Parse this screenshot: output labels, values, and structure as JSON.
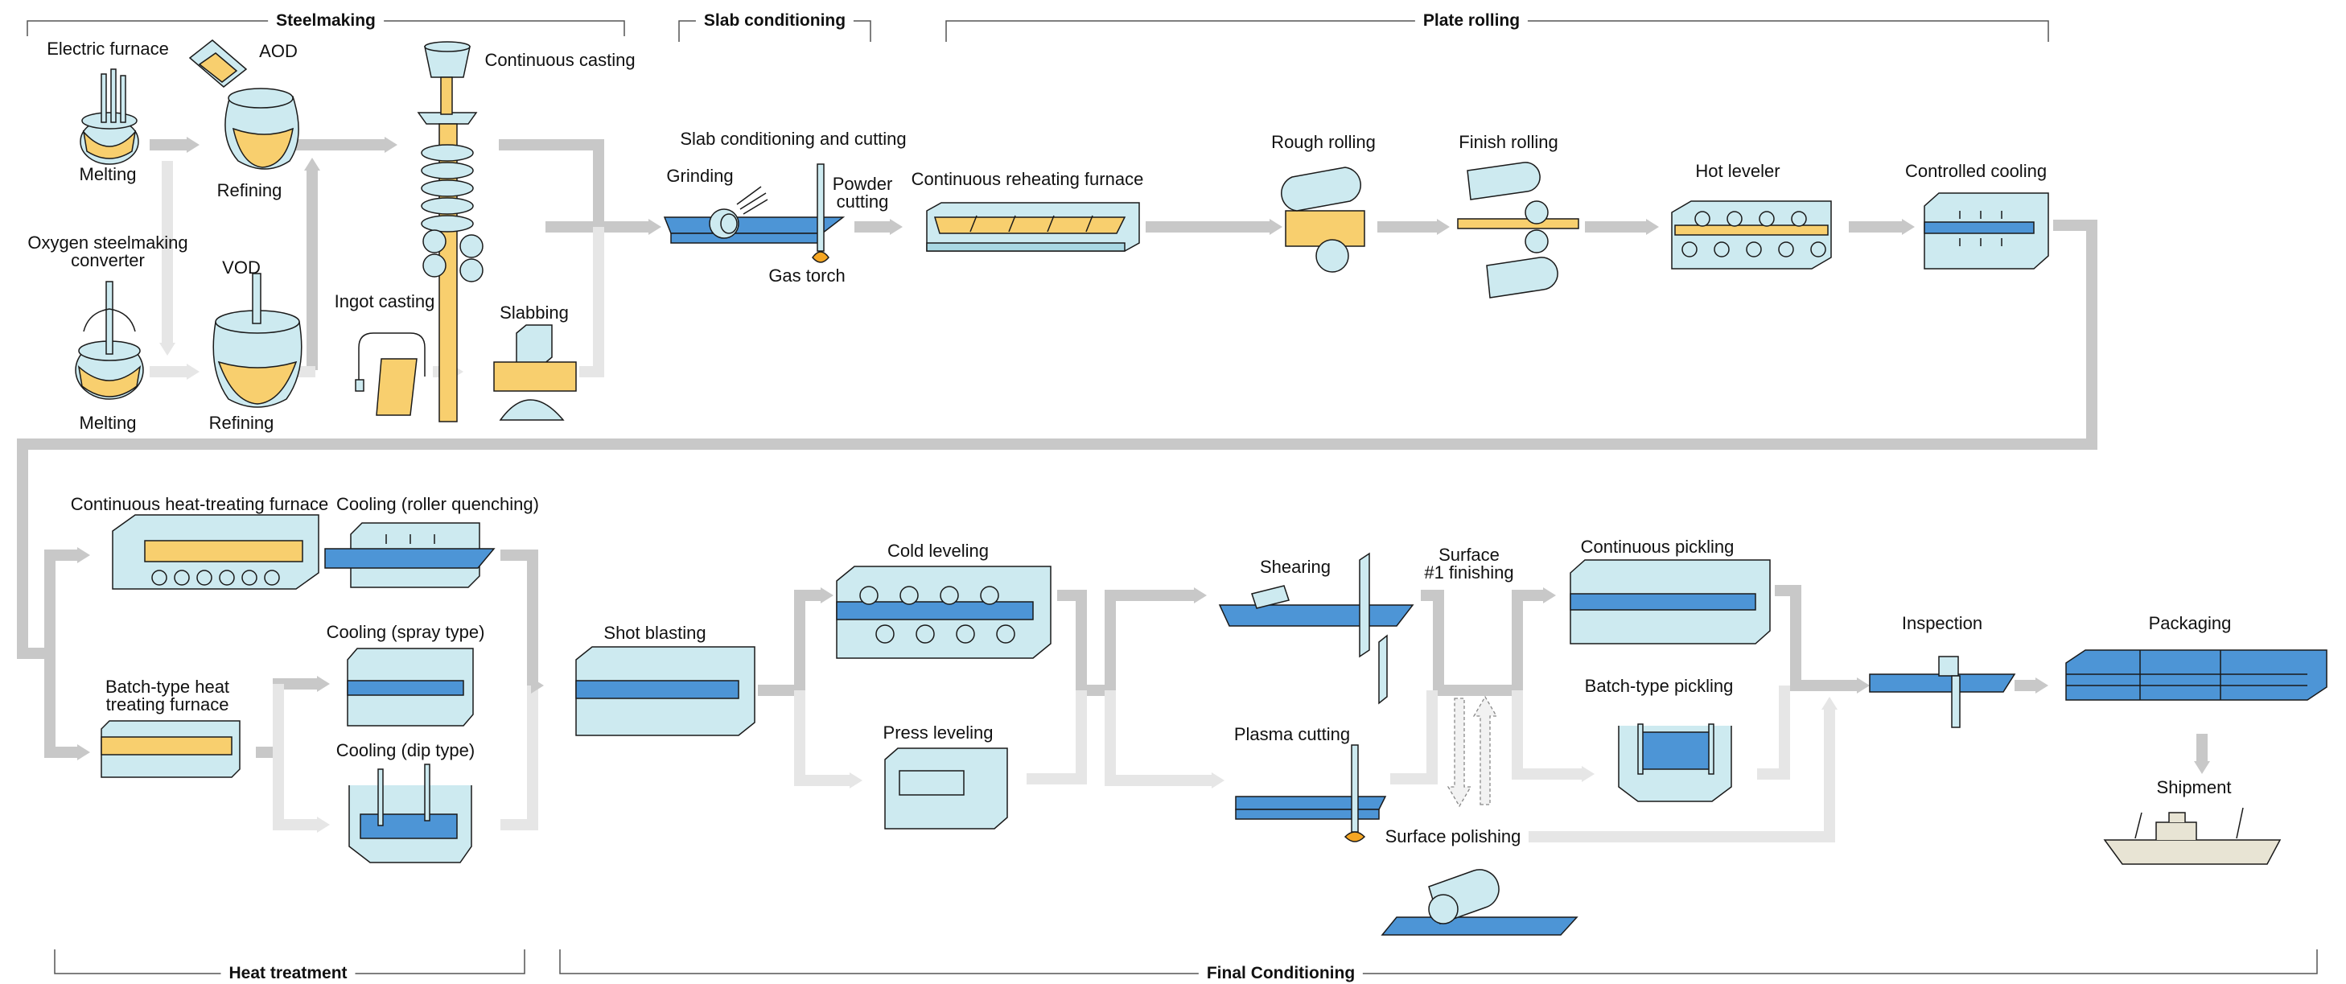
{
  "sections": {
    "steelmaking": "Steelmaking",
    "slab_conditioning": "Slab conditioning",
    "plate_rolling": "Plate rolling",
    "heat_treatment": "Heat treatment",
    "final_conditioning": "Final Conditioning"
  },
  "labels": {
    "electric_furnace": "Electric furnace",
    "aod": "AOD",
    "melting_1": "Melting",
    "refining_1": "Refining",
    "oxygen_converter_line1": "Oxygen steelmaking",
    "oxygen_converter_line2": "converter",
    "vod": "VOD",
    "melting_2": "Melting",
    "refining_2": "Refining",
    "continuous_casting": "Continuous casting",
    "ingot_casting": "Ingot casting",
    "slabbing": "Slabbing",
    "slab_cond_cutting": "Slab conditioning and cutting",
    "grinding": "Grinding",
    "powder_cutting_line1": "Powder",
    "powder_cutting_line2": "cutting",
    "gas_torch": "Gas torch",
    "reheating_furnace": "Continuous reheating furnace",
    "rough_rolling": "Rough rolling",
    "finish_rolling": "Finish rolling",
    "hot_leveler": "Hot leveler",
    "controlled_cooling": "Controlled cooling",
    "cont_heat_treating": "Continuous heat-treating furnace",
    "cooling_roller": "Cooling (roller quenching)",
    "cooling_spray": "Cooling (spray type)",
    "batch_heat_line1": "Batch-type heat",
    "batch_heat_line2": "treating furnace",
    "cooling_dip": "Cooling (dip type)",
    "shot_blasting": "Shot blasting",
    "cold_leveling": "Cold leveling",
    "press_leveling": "Press leveling",
    "shearing": "Shearing",
    "plasma_cutting": "Plasma cutting",
    "surface_finish_line1": "Surface",
    "surface_finish_line2": "#1 finishing",
    "surface_polishing": "Surface polishing",
    "continuous_pickling": "Continuous pickling",
    "batch_pickling": "Batch-type pickling",
    "inspection": "Inspection",
    "packaging": "Packaging",
    "shipment": "Shipment"
  },
  "colors": {
    "equipment_light_blue": "#cdeaf0",
    "equipment_mid_blue": "#a9d8e3",
    "plate_blue": "#4d95d6",
    "slab_yellow": "#f8cf6e",
    "flow_gray": "#c8c8c8",
    "flow_light_gray": "#e6e6e6",
    "ship_beige": "#e8e4d4",
    "flame_orange": "#f5a623",
    "outline": "#1a1a1a"
  }
}
